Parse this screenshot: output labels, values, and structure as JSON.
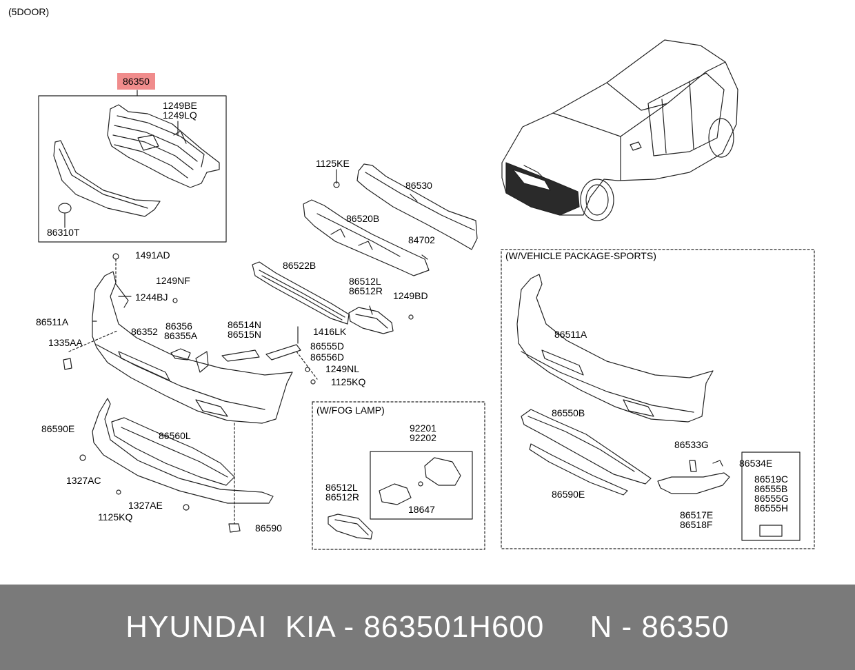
{
  "variant": "(5DOOR)",
  "highlight_part": "86350",
  "sections": {
    "fog_lamp": "(W/FOG LAMP)",
    "sports": "(W/VEHICLE PACKAGE-SPORTS)"
  },
  "labels": {
    "p1249BE": "1249BE",
    "p1249LQ": "1249LQ",
    "p86310T": "86310T",
    "p1125KE": "1125KE",
    "p86530": "86530",
    "p86520B": "86520B",
    "p84702": "84702",
    "p1491AD": "1491AD",
    "p1249NF": "1249NF",
    "p1244BJ": "1244BJ",
    "p86511A": "86511A",
    "p1335AA": "1335AA",
    "p86352": "86352",
    "p86356": "86356",
    "p86355A": "86355A",
    "p86514N": "86514N",
    "p86515N": "86515N",
    "p86522B": "86522B",
    "p86512L": "86512L",
    "p86512R": "86512R",
    "p1249BD": "1249BD",
    "p1416LK": "1416LK",
    "p86555D": "86555D",
    "p86556D": "86556D",
    "p1249NL": "1249NL",
    "p1125KQ": "1125KQ",
    "p86590E": "86590E",
    "p86560L": "86560L",
    "p1327AC": "1327AC",
    "p1327AE": "1327AE",
    "p1125KQ2": "1125KQ",
    "p86590": "86590",
    "p92201": "92201",
    "p92202": "92202",
    "p18647": "18647",
    "p86512L2": "86512L",
    "p86512R2": "86512R",
    "p86511A2": "86511A",
    "p86550B": "86550B",
    "p86533G": "86533G",
    "p86534E": "86534E",
    "p86590E2": "86590E",
    "p86517E": "86517E",
    "p86518F": "86518F",
    "p86519C": "86519C",
    "p86555B": "86555B",
    "p86555G": "86555G",
    "p86555H": "86555H"
  },
  "footer": {
    "text": "HYUNDAI  KIA - 863501H600     N - 86350"
  }
}
